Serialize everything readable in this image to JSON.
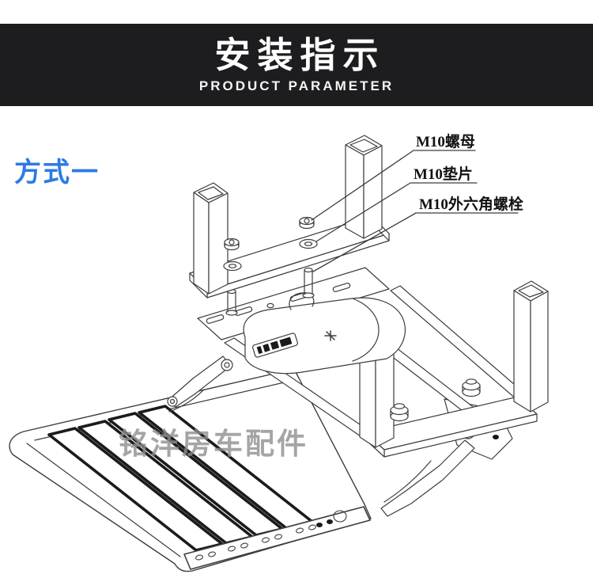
{
  "banner": {
    "title": "安装指示",
    "subtitle": "PRODUCT PARAMETER",
    "background_color": "#1d1d1f",
    "text_color": "#ffffff"
  },
  "method": {
    "label": "方式一",
    "color": "#2e7ae6"
  },
  "callouts": [
    {
      "label": "M10螺母"
    },
    {
      "label": "M10垫片"
    },
    {
      "label": "M10外六角螺栓"
    }
  ],
  "watermark": {
    "text": "铭洋房车配件",
    "color": "#8f8f8f"
  },
  "drawing": {
    "line_color": "#3d3d3d",
    "tread_slat_count": 4,
    "front_edge_hole_count": 8
  }
}
